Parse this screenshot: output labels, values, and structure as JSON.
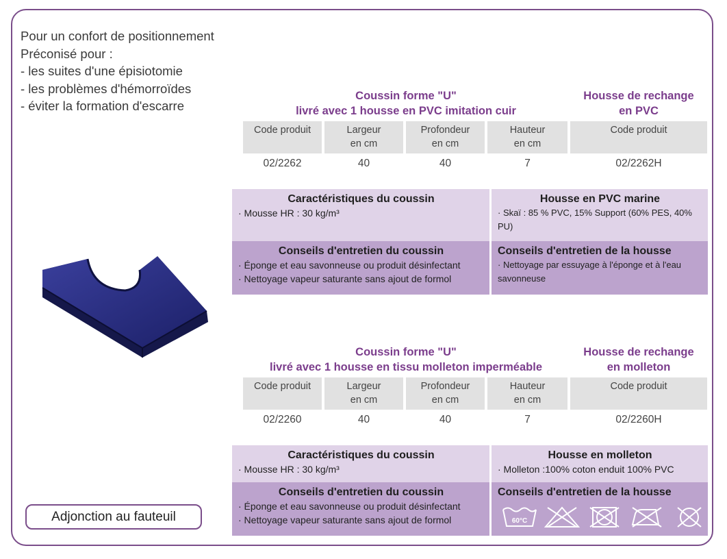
{
  "intro": [
    "Pour un confort de positionnement",
    "Préconisé pour :",
    "- les suites d'une épisiotomie",
    "- les problèmes d'hémorroïdes",
    "- éviter la formation d'escarre"
  ],
  "table_headers": {
    "code": "Code produit",
    "largeur_1": "Largeur",
    "largeur_2": "en cm",
    "profondeur_1": "Profondeur",
    "profondeur_2": "en cm",
    "hauteur_1": "Hauteur",
    "hauteur_2": "en cm",
    "code_housse": "Code produit"
  },
  "product1": {
    "title_1": "Coussin forme \"U\"",
    "title_2": "livré avec 1 housse en PVC imitation cuir",
    "cover_title_1": "Housse de rechange",
    "cover_title_2": "en PVC",
    "code": "02/2262",
    "largeur": "40",
    "profondeur": "40",
    "hauteur": "7",
    "cover_code": "02/2262H",
    "carac_title": "Caractéristiques du coussin",
    "carac_line": "· Mousse HR : 30 kg/m³",
    "housse_title": "Housse en PVC marine",
    "housse_line": "· Skaï : 85 % PVC, 15% Support (60% PES, 40% PU)",
    "entretien_title": "Conseils d'entretien du coussin",
    "entretien_1": "· Éponge et eau savonneuse ou produit désinfectant",
    "entretien_2": "· Nettoyage vapeur saturante sans ajout de formol",
    "entretien_housse_title": "Conseils d'entretien de la housse",
    "entretien_housse_line": "· Nettoyage par essuyage à l'éponge et à l'eau savonneuse"
  },
  "product2": {
    "title_1": "Coussin forme \"U\"",
    "title_2": "livré avec 1 housse en tissu molleton imperméable",
    "cover_title_1": "Housse de rechange",
    "cover_title_2": "en molleton",
    "code": "02/2260",
    "largeur": "40",
    "profondeur": "40",
    "hauteur": "7",
    "cover_code": "02/2260H",
    "carac_title": "Caractéristiques du coussin",
    "carac_line": "· Mousse HR : 30 kg/m³",
    "housse_title": "Housse en molleton",
    "housse_line": "· Molleton :100% coton enduit 100% PVC",
    "entretien_title": "Conseils d'entretien du coussin",
    "entretien_1": "· Éponge et eau savonneuse ou produit désinfectant",
    "entretien_2": "· Nettoyage vapeur saturante sans ajout de formol",
    "entretien_housse_title": "Conseils d'entretien de la housse",
    "wash_temp": "60°C"
  },
  "care_icons": [
    "wash-60-icon",
    "no-bleach-icon",
    "no-tumble-dry-icon",
    "no-iron-icon",
    "no-dry-clean-icon"
  ],
  "button_label": "Adjonction au fauteuil",
  "colors": {
    "accent": "#7b3d8c",
    "light": "#e0d3e8",
    "dark": "#bca3cd",
    "header_cell": "#e1e1e1"
  }
}
